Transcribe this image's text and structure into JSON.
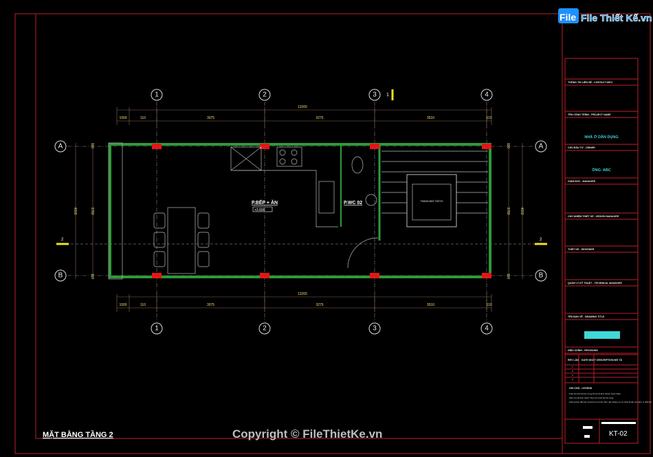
{
  "logo": {
    "text": "File Thiết Kế.vn",
    "color": "#1e90ff"
  },
  "watermark": "Copyright © FileThietKe.vn",
  "sheet_title": "MẶT BẰNG TẦNG 2",
  "plan": {
    "grid_columns": [
      "1",
      "2",
      "3",
      "4"
    ],
    "grid_rows": [
      "A",
      "B"
    ],
    "section_marker": "2",
    "section_marker_top": "1",
    "dims_top_total": "11000",
    "dims_top": [
      "1000",
      "110",
      "3075",
      "3275",
      "3510",
      "110"
    ],
    "dims_bottom_total": "11000",
    "dims_bottom": [
      "1000",
      "110",
      "3075",
      "3275",
      "3510",
      "110"
    ],
    "dims_side_total": "4000",
    "dims_side": [
      "110",
      "3780",
      "110"
    ],
    "rooms": {
      "kitchen": "P.BẾP + ĂN",
      "kitchen_level": "+3.600",
      "wc": "P.WC 02",
      "elevator": "THANG MÁY TOKYO"
    },
    "colors": {
      "wall": "#2e9a3a",
      "column": "#e01818",
      "frame": "#c0202a",
      "dimension_text": "#e8e070"
    }
  },
  "title_block": {
    "contact_label": "THÔNG TIN LIÊN HỆ - CONTACT INFO",
    "project_label": "TÊN CÔNG TRÌNH - PROJECT NAME",
    "project_value": "NHÀ Ở DÂN DỤNG",
    "owner_label": "CHỦ ĐẦU TƯ - OWNER",
    "owner_value": "ÔNG: ABC",
    "manager_label": "GIÁM ĐỐC - MANAGER",
    "design_manager_label": "CHỦ NHIỆM THIẾT KẾ - DESIGN MANAGER",
    "designer_label": "THIẾT KẾ - DESIGNER",
    "tech_manager_label": "QUẢN LÝ KỸ THUẬT - TECHNICAL MANAGER",
    "drawing_title_label": "TÊN BẢN VẼ - DRAWING TITLE",
    "revisions_label": "HIỆU CHỈNH - REVISIONS",
    "rev_headers": [
      "REV LẦN",
      "DATE NGÀY",
      "DESCRIPTION MÔ TẢ"
    ],
    "rev_rows": [
      "1",
      "2",
      "3",
      "4"
    ],
    "legend_label": "GHI CHÚ - LEGEND",
    "notes": [
      "- Toàn bộ kích thước trong hồ sơ là kích thước hoàn thiện.",
      "- Kiểm tra lại kích thước thực tế trước khi thi công.",
      "- Không thay đổi bản vẽ dưới mọi hình thức nếu không có sự thỏa thuận của đơn vị thiết kế."
    ],
    "sheet_number": "KT-02"
  }
}
